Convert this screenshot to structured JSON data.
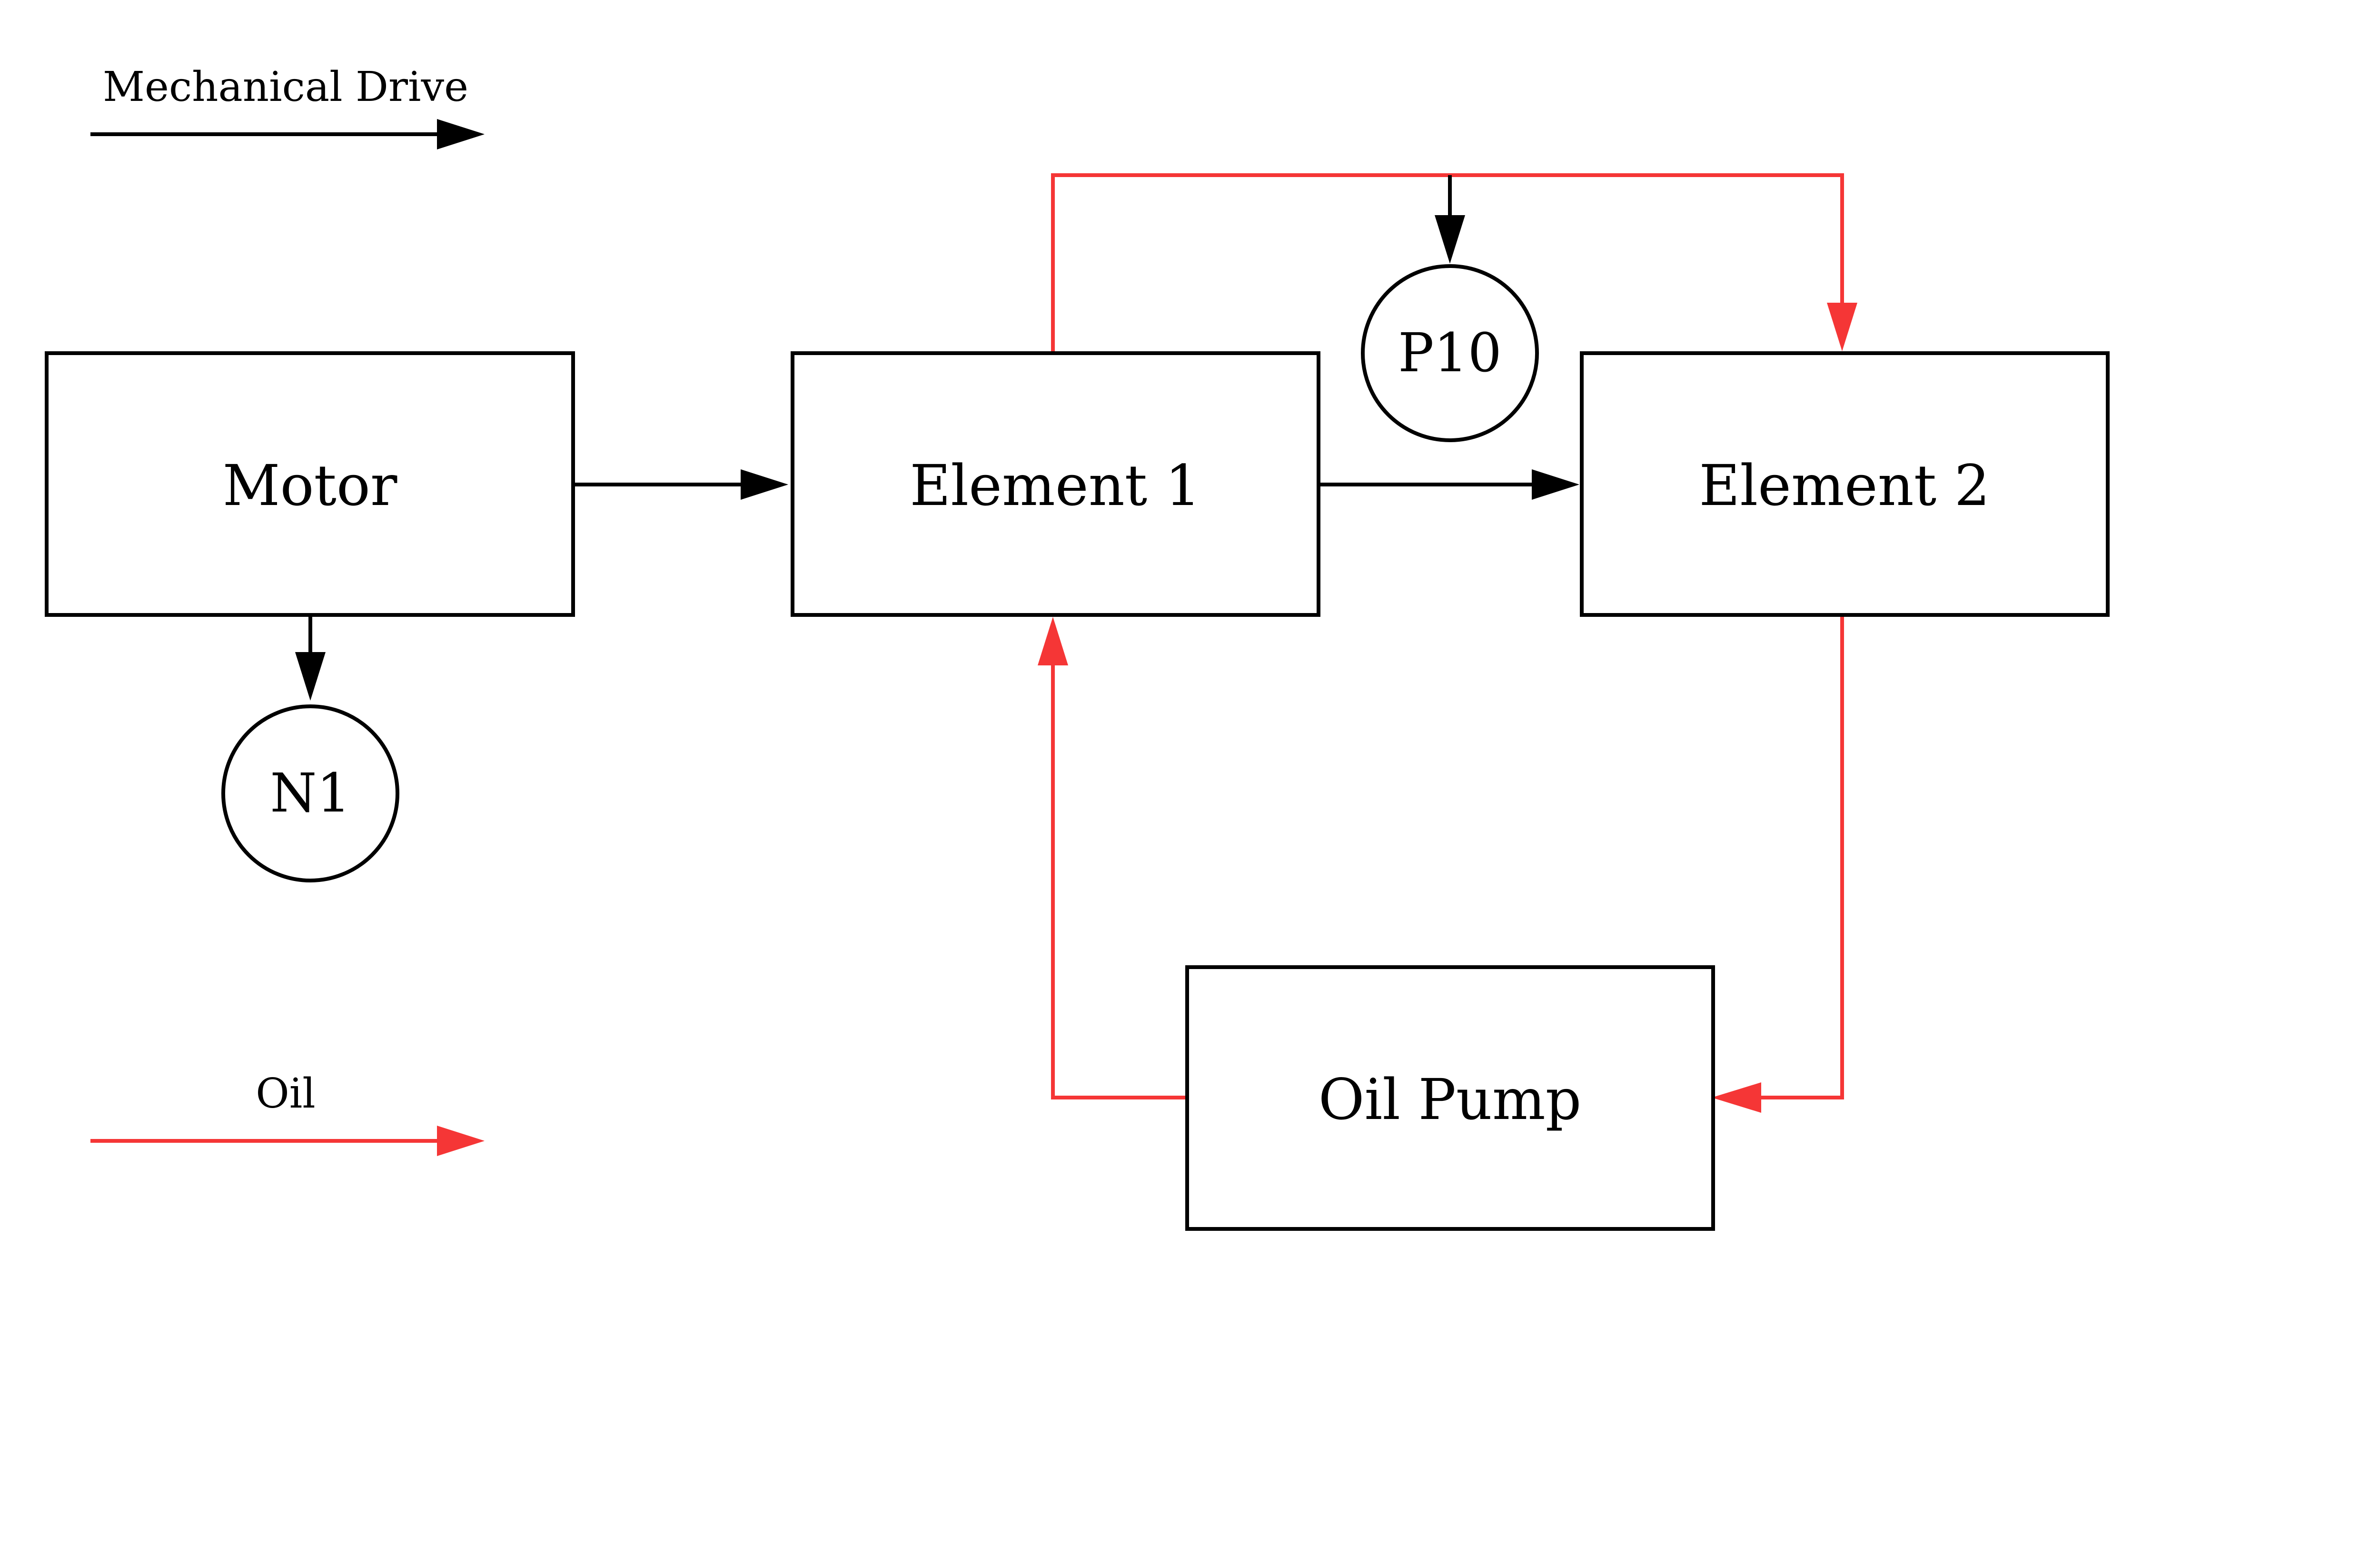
{
  "legend": {
    "mechanical_label": "Mechanical Drive",
    "oil_label": "Oil"
  },
  "blocks": {
    "motor": "Motor",
    "element1": "Element 1",
    "element2": "Element 2",
    "oil_pump": "Oil Pump"
  },
  "sensors": {
    "n1": "N1",
    "p10": "P10"
  },
  "colors": {
    "mechanical": "#000000",
    "oil": "#f53636"
  }
}
